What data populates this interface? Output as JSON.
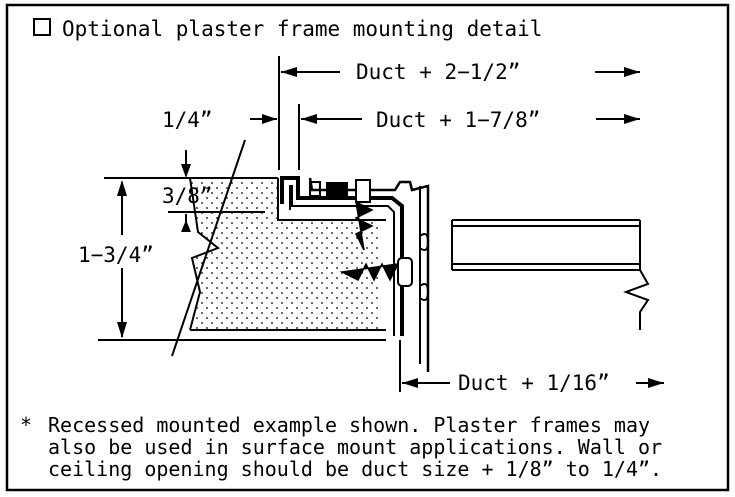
{
  "title": "Optional plaster frame mounting detail",
  "dimensions": {
    "duct_plus_2_1_2": "Duct + 2−1/2”",
    "duct_plus_1_7_8": "Duct + 1−7/8”",
    "quarter": "1/4”",
    "three_eighths": "3/8”",
    "one_three_quarters": "1−3/4”",
    "duct_plus_1_16": "Duct + 1/16”"
  },
  "note": {
    "asterisk": "*",
    "line1": "Recessed mounted example shown. Plaster frames may",
    "line2": "also be used in surface mount applications. Wall or",
    "line3": "ceiling opening should be duct size + 1/8” to 1/4”."
  }
}
